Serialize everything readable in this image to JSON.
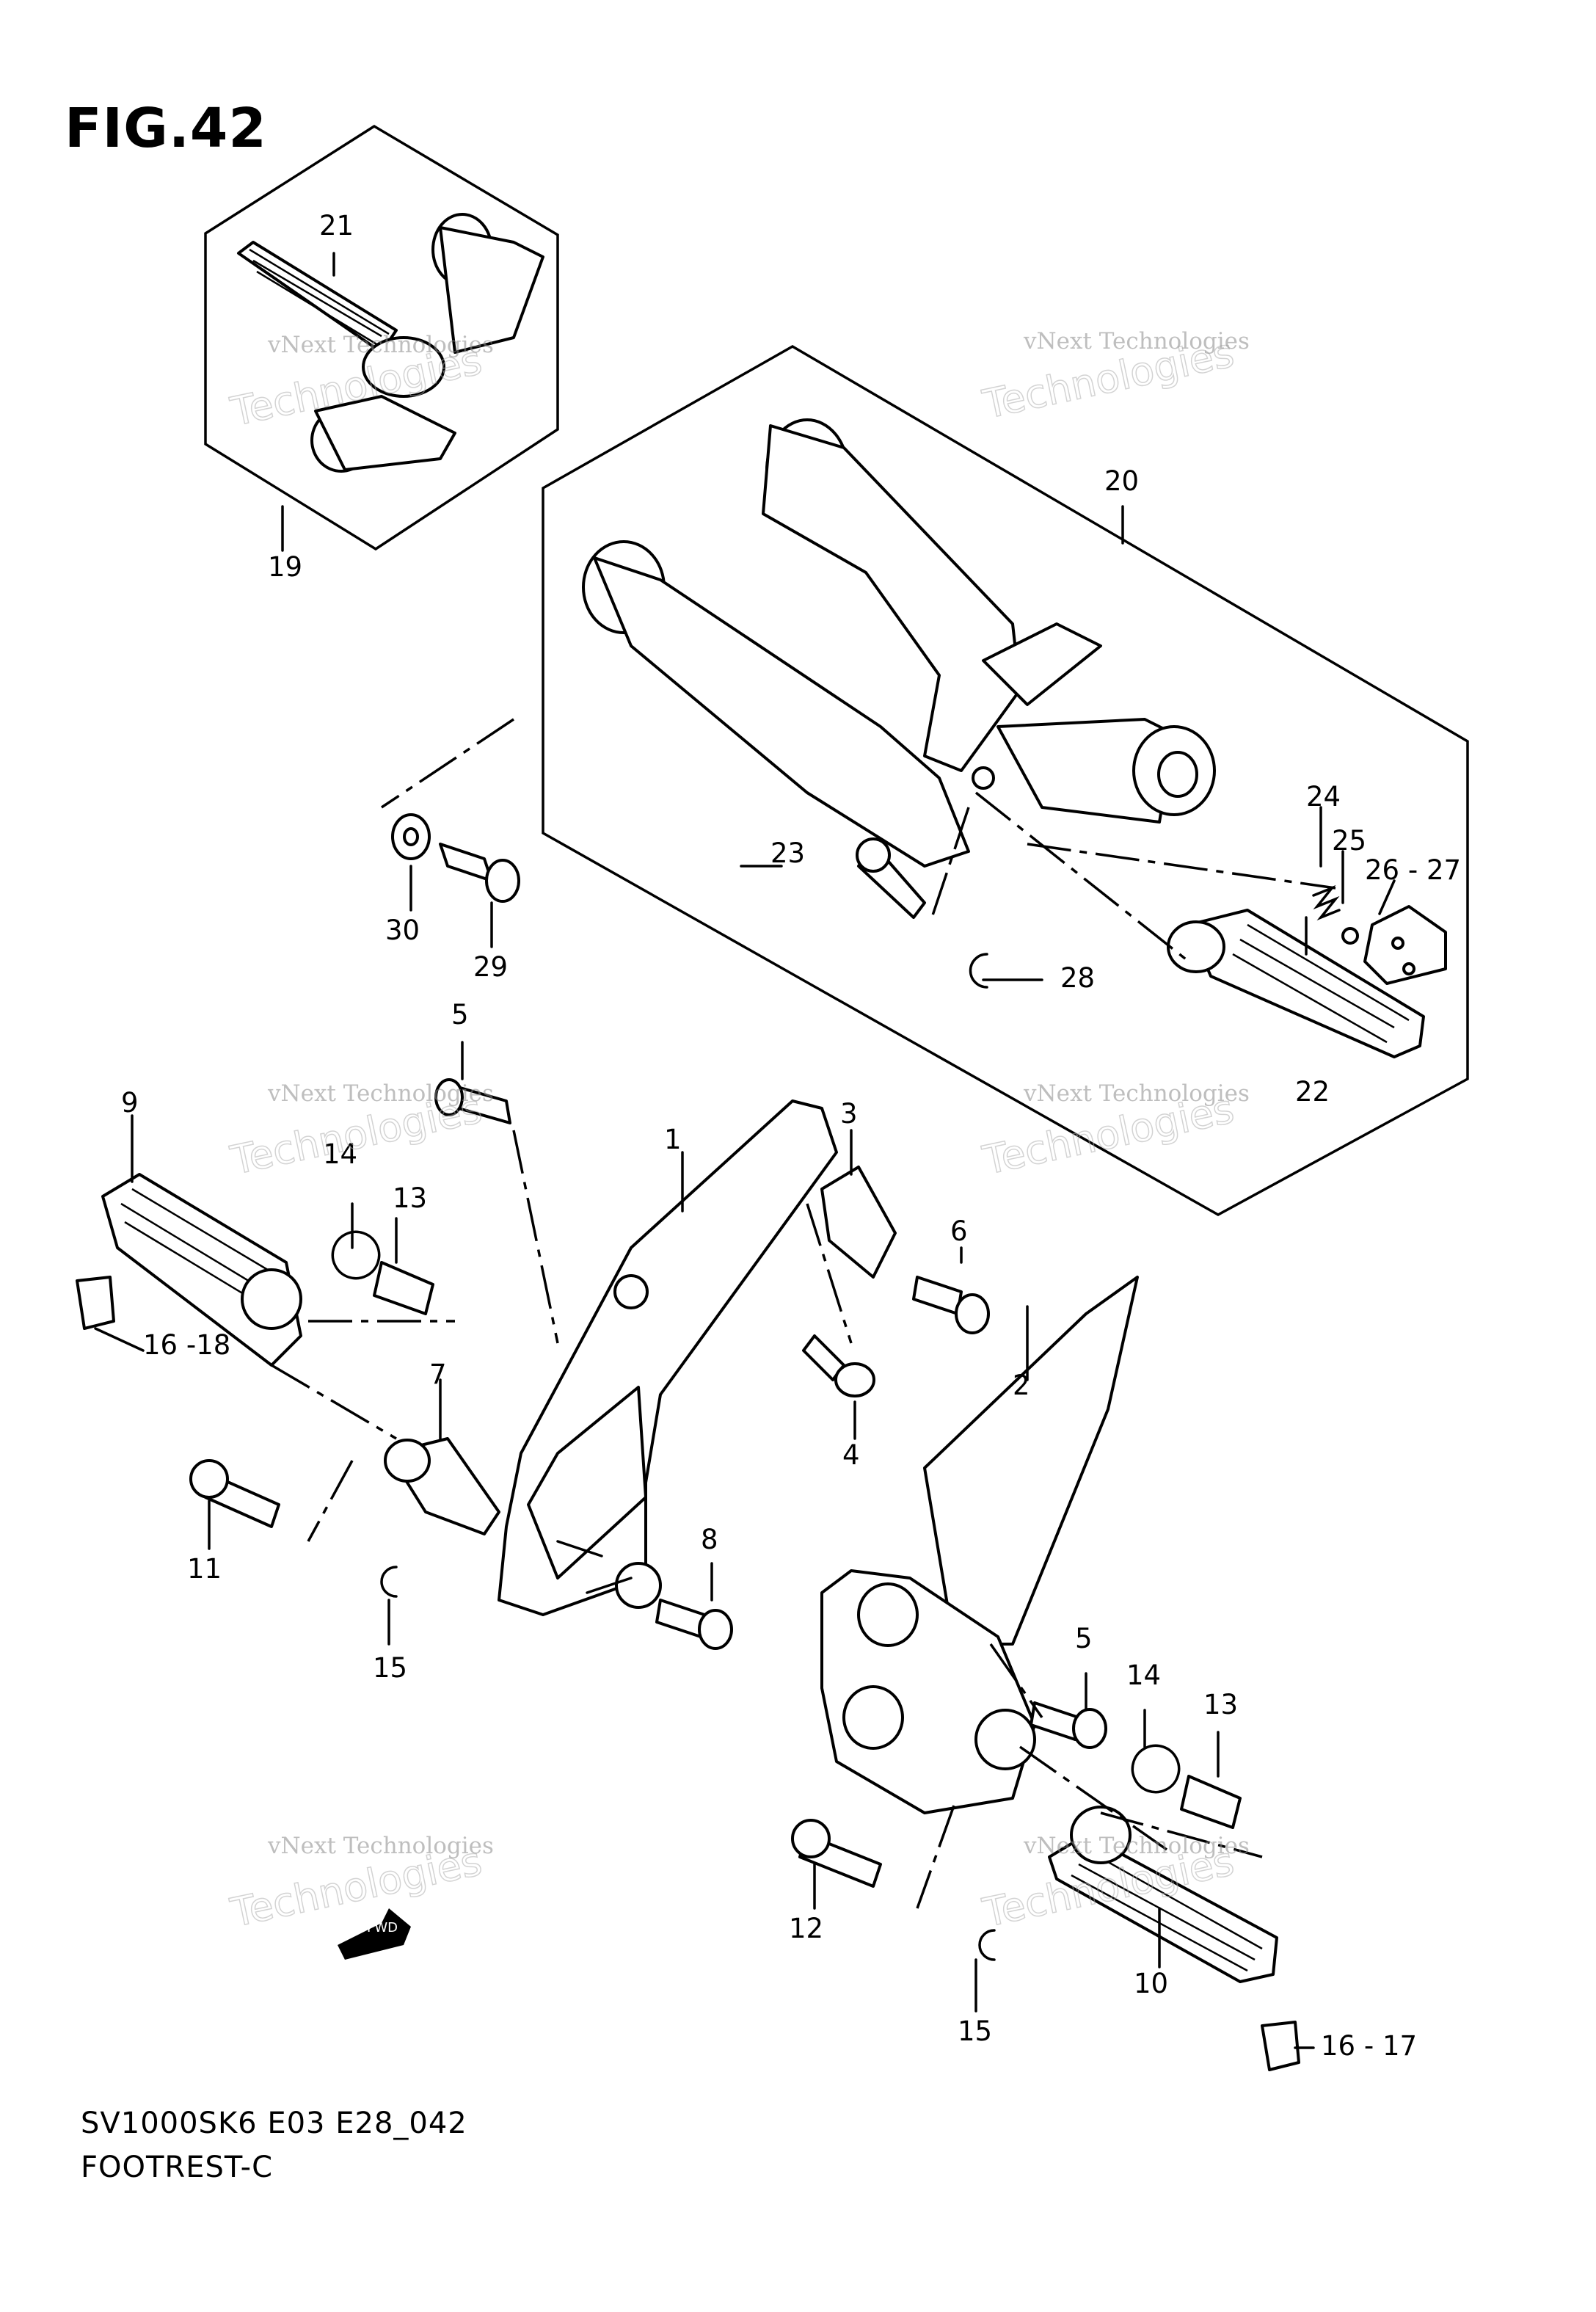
{
  "figure_title": "FIG.42",
  "footer": {
    "model_code": "SV1000SK6 E03 E28_042",
    "section_name": "FOOTREST-C"
  },
  "watermark": {
    "small": "vNext Technologies",
    "large": "Technologies",
    "top_word": "vNext"
  },
  "callouts": {
    "c1": "1",
    "c2": "2",
    "c3": "3",
    "c4": "4",
    "c5a": "5",
    "c5b": "5",
    "c6": "6",
    "c7": "7",
    "c8": "8",
    "c9": "9",
    "c10": "10",
    "c11": "11",
    "c12": "12",
    "c13a": "13",
    "c13b": "13",
    "c14a": "14",
    "c14b": "14",
    "c15a": "15",
    "c15b": "15",
    "c16_18": "16 -18",
    "c16_17": "16 - 17",
    "c19": "19",
    "c20": "20",
    "c21": "21",
    "c22": "22",
    "c23": "23",
    "c24": "24",
    "c25": "25",
    "c26_27": "26 - 27",
    "c28": "28",
    "c29": "29",
    "c30": "30"
  },
  "fwd_arrow": "FWD",
  "colors": {
    "ink": "#000000",
    "paper": "#ffffff",
    "watermark": "#8a8a8a"
  }
}
